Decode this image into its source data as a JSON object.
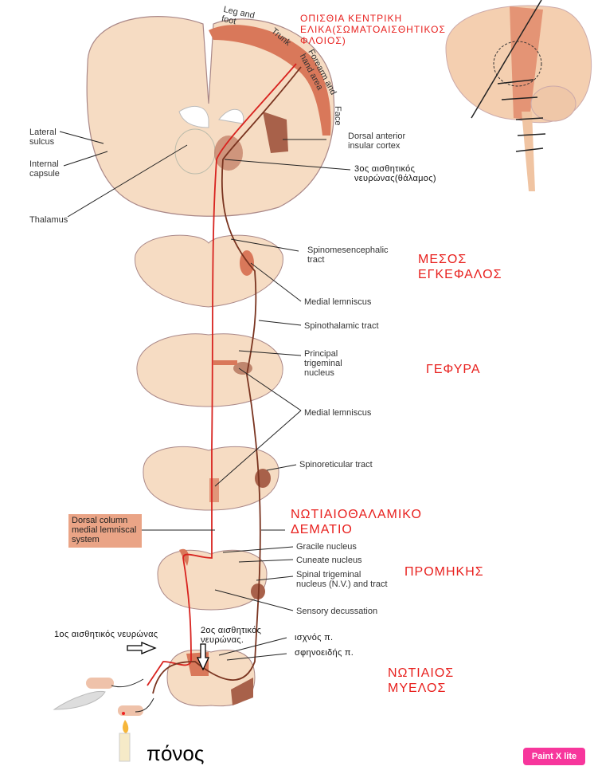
{
  "labels": {
    "leg_foot": "Leg and\nfoot",
    "trunk": "Trunk",
    "forearm": "Forearm and\nhand area",
    "face": "Face",
    "lateral_sulcus": "Lateral\nsulcus",
    "internal_capsule": "Internal\ncapsule",
    "thalamus": "Thalamus",
    "dorsal_insular": "Dorsal anterior\ninsular cortex",
    "spinomesencephalic": "Spinomesencephalic\ntract",
    "medial_lemniscus_1": "Medial lemniscus",
    "spinothalamic": "Spinothalamic tract",
    "principal_trigeminal": "Principal\ntrigeminal\nnucleus",
    "medial_lemniscus_2": "Medial lemniscus",
    "spinoreticular": "Spinoreticular tract",
    "dcml": "Dorsal column\nmedial lemniscal\nsystem",
    "gracile": "Gracile nucleus",
    "cuneate": "Cuneate nucleus",
    "spinal_trigeminal": "Spinal trigeminal\nnucleus (N.V.) and tract",
    "sensory_decussation": "Sensory decussation"
  },
  "annotations": {
    "somatosensory_cortex": "ΟΠΙΣΘΙΑ ΚΕΝΤΡΙΚΗ\nΕΛΙΚΑ(ΣΩΜΑΤΟΑΙΣΘΗΤΙΚΟΣ\nΦΛΟΙΟΣ)",
    "third_neuron": "3ος αισθητικός\nνευρώνας(θάλαμος)",
    "midbrain": "ΜΕΣΟΣ\nΕΓΚΕΦΑΛΟΣ",
    "pons": "ΓΕΦΥΡΑ",
    "spinothalamic_bundle": "ΝΩΤΙΑΙΟΘΑΛΑΜΙΚΟ\nΔΕΜΑΤΙΟ",
    "medulla": "ΠΡΟΜΗΚΗΣ",
    "first_neuron": "1ος αισθητικός νευρώνας",
    "second_neuron": "2ος αισθητικός\nνευρώνας.",
    "gracile_fasciculus": "ισχνός π.",
    "cuneate_fasciculus": "σφηνοειδής π.",
    "spinal_cord": "ΝΩΤΙΑΙΟΣ\nΜΥΕΛΟΣ",
    "pain": "πόνος"
  },
  "watermark": "Paint X lite",
  "colors": {
    "tissue": "#f6dcc3",
    "cortex": "#d9785a",
    "tract_red": "#d8231f",
    "tract_brown": "#7a3420",
    "annotation": "#e8201e"
  }
}
